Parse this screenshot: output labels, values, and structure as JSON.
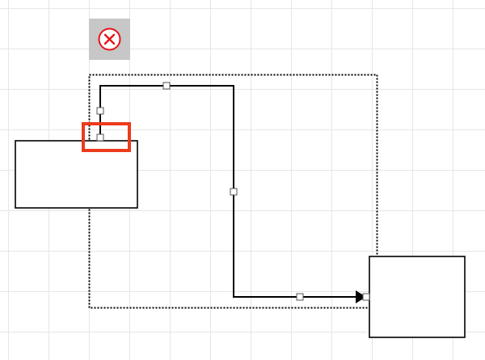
{
  "toolbar": {
    "delete_icon": "close-circle-icon",
    "accent_color": "#e5161c"
  },
  "diagram": {
    "shapes": [
      {
        "name": "shape-rectangle-left",
        "type": "rectangle"
      },
      {
        "name": "shape-rectangle-right",
        "type": "rectangle"
      }
    ],
    "connector": {
      "type": "orthogonal-edge",
      "selected": true,
      "arrow": "block-arrow-end",
      "bend_handles": 5
    },
    "highlight_color": "#ee3a1c",
    "selection_style": "dotted"
  }
}
